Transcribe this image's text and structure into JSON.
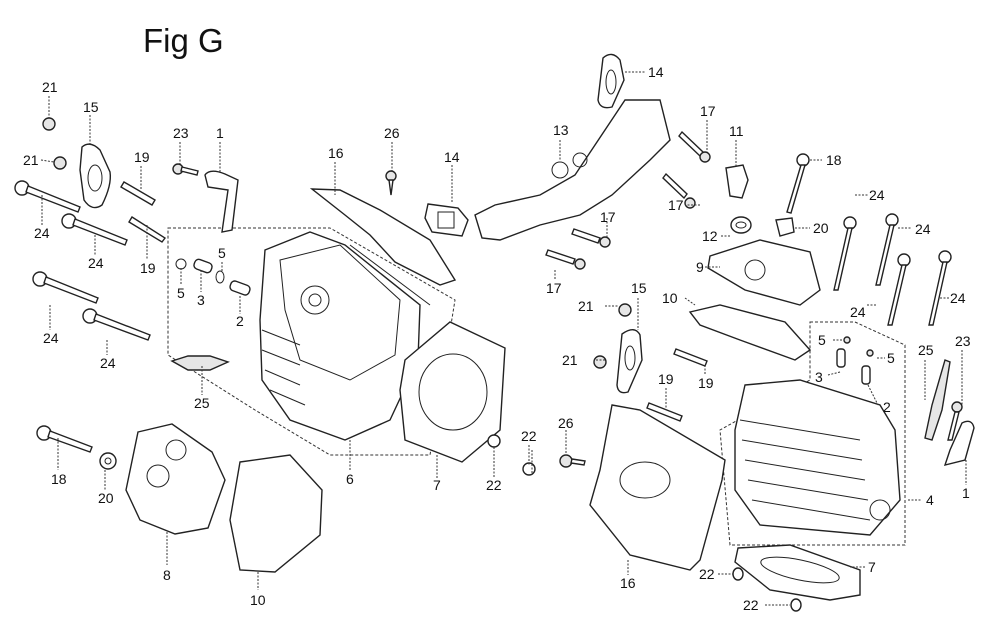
{
  "figure": {
    "title": "Fig G",
    "description": "Exploded parts diagram of engine cylinder heads (left and right banks)"
  },
  "callouts": [
    {
      "id": "c1",
      "label": "21"
    },
    {
      "id": "c2",
      "label": "15"
    },
    {
      "id": "c3",
      "label": "21"
    },
    {
      "id": "c4",
      "label": "24"
    },
    {
      "id": "c5",
      "label": "24"
    },
    {
      "id": "c6",
      "label": "19"
    },
    {
      "id": "c7",
      "label": "19"
    },
    {
      "id": "c8",
      "label": "23"
    },
    {
      "id": "c9",
      "label": "1"
    },
    {
      "id": "c10",
      "label": "16"
    },
    {
      "id": "c11",
      "label": "26"
    },
    {
      "id": "c12",
      "label": "14"
    },
    {
      "id": "c13",
      "label": "5"
    },
    {
      "id": "c14",
      "label": "5"
    },
    {
      "id": "c15",
      "label": "3"
    },
    {
      "id": "c16",
      "label": "2"
    },
    {
      "id": "c17",
      "label": "24"
    },
    {
      "id": "c18",
      "label": "24"
    },
    {
      "id": "c19",
      "label": "25"
    },
    {
      "id": "c20",
      "label": "6"
    },
    {
      "id": "c21",
      "label": "7"
    },
    {
      "id": "c22",
      "label": "22"
    },
    {
      "id": "c23",
      "label": "18"
    },
    {
      "id": "c24",
      "label": "20"
    },
    {
      "id": "c25",
      "label": "8"
    },
    {
      "id": "c26",
      "label": "10"
    },
    {
      "id": "c27",
      "label": "14"
    },
    {
      "id": "c28",
      "label": "13"
    },
    {
      "id": "c29",
      "label": "17"
    },
    {
      "id": "c30",
      "label": "11"
    },
    {
      "id": "c31",
      "label": "17"
    },
    {
      "id": "c32",
      "label": "17"
    },
    {
      "id": "c33",
      "label": "17"
    },
    {
      "id": "c34",
      "label": "12"
    },
    {
      "id": "c35",
      "label": "18"
    },
    {
      "id": "c36",
      "label": "20"
    },
    {
      "id": "c37",
      "label": "9"
    },
    {
      "id": "c38",
      "label": "24"
    },
    {
      "id": "c39",
      "label": "24"
    },
    {
      "id": "c40",
      "label": "24"
    },
    {
      "id": "c41",
      "label": "24"
    },
    {
      "id": "c42",
      "label": "10"
    },
    {
      "id": "c43",
      "label": "15"
    },
    {
      "id": "c44",
      "label": "21"
    },
    {
      "id": "c45",
      "label": "21"
    },
    {
      "id": "c46",
      "label": "19"
    },
    {
      "id": "c47",
      "label": "19"
    },
    {
      "id": "c48",
      "label": "5"
    },
    {
      "id": "c49",
      "label": "5"
    },
    {
      "id": "c50",
      "label": "3"
    },
    {
      "id": "c51",
      "label": "2"
    },
    {
      "id": "c52",
      "label": "25"
    },
    {
      "id": "c53",
      "label": "23"
    },
    {
      "id": "c54",
      "label": "1"
    },
    {
      "id": "c55",
      "label": "4"
    },
    {
      "id": "c56",
      "label": "22"
    },
    {
      "id": "c57",
      "label": "26"
    },
    {
      "id": "c58",
      "label": "22"
    },
    {
      "id": "c59",
      "label": "16"
    },
    {
      "id": "c60",
      "label": "22"
    },
    {
      "id": "c61",
      "label": "7"
    },
    {
      "id": "c62",
      "label": "22"
    }
  ]
}
